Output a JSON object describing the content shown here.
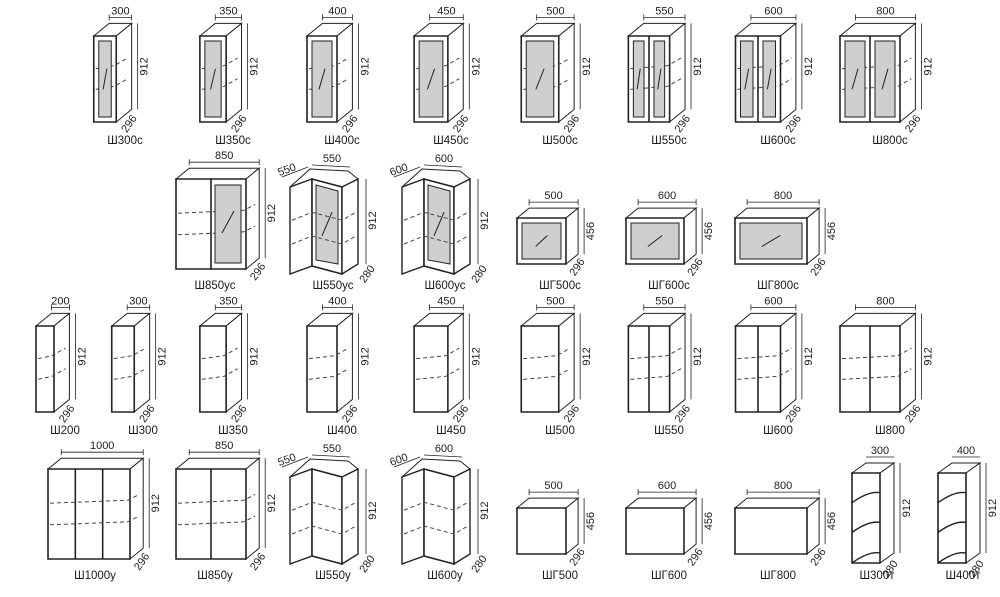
{
  "rows": [
    {
      "items": [
        {
          "kind": "wall",
          "code": "Ш300с",
          "width": "300",
          "height": "912",
          "depth": "296",
          "doors": 1,
          "glass": true
        },
        {
          "kind": "wall",
          "code": "Ш350с",
          "width": "350",
          "height": "912",
          "depth": "296",
          "doors": 1,
          "glass": true
        },
        {
          "kind": "wall",
          "code": "Ш400с",
          "width": "400",
          "height": "912",
          "depth": "296",
          "doors": 1,
          "glass": true
        },
        {
          "kind": "wall",
          "code": "Ш450с",
          "width": "450",
          "height": "912",
          "depth": "296",
          "doors": 1,
          "glass": true
        },
        {
          "kind": "wall",
          "code": "Ш500с",
          "width": "500",
          "height": "912",
          "depth": "296",
          "doors": 1,
          "glass": true
        },
        {
          "kind": "wall",
          "code": "Ш550с",
          "width": "550",
          "height": "912",
          "depth": "296",
          "doors": 2,
          "glass": true
        },
        {
          "kind": "wall",
          "code": "Ш600с",
          "width": "600",
          "height": "912",
          "depth": "296",
          "doors": 2,
          "glass": true
        },
        {
          "kind": "wall",
          "code": "Ш800с",
          "width": "800",
          "height": "912",
          "depth": "296",
          "doors": 2,
          "glass": true
        }
      ]
    },
    {
      "items": [
        {
          "kind": "wall850",
          "code": "Ш850ус",
          "width": "850",
          "height": "912",
          "depth": "296",
          "glass": true
        },
        {
          "kind": "corner",
          "code": "Ш550ус",
          "width": "550",
          "width2": "550",
          "height": "912",
          "depth": "280",
          "glass": true
        },
        {
          "kind": "corner",
          "code": "Ш600ус",
          "width": "600",
          "width2": "600",
          "height": "912",
          "depth": "280",
          "glass": true
        },
        {
          "kind": "hor",
          "code": "ШГ500с",
          "width": "500",
          "height": "456",
          "depth": "296",
          "glass": true
        },
        {
          "kind": "hor",
          "code": "ШГ600с",
          "width": "600",
          "height": "456",
          "depth": "296",
          "glass": true
        },
        {
          "kind": "hor",
          "code": "ШГ800с",
          "width": "800",
          "height": "456",
          "depth": "296",
          "glass": true
        }
      ]
    },
    {
      "items": [
        {
          "kind": "wall",
          "code": "Ш200",
          "width": "200",
          "height": "912",
          "depth": "296",
          "doors": 1,
          "glass": false
        },
        {
          "kind": "wall",
          "code": "Ш300",
          "width": "300",
          "height": "912",
          "depth": "296",
          "doors": 1,
          "glass": false
        },
        {
          "kind": "wall",
          "code": "Ш350",
          "width": "350",
          "height": "912",
          "depth": "296",
          "doors": 1,
          "glass": false
        },
        {
          "kind": "wall",
          "code": "Ш400",
          "width": "400",
          "height": "912",
          "depth": "296",
          "doors": 1,
          "glass": false
        },
        {
          "kind": "wall",
          "code": "Ш450",
          "width": "450",
          "height": "912",
          "depth": "296",
          "doors": 1,
          "glass": false
        },
        {
          "kind": "wall",
          "code": "Ш500",
          "width": "500",
          "height": "912",
          "depth": "296",
          "doors": 1,
          "glass": false
        },
        {
          "kind": "wall",
          "code": "Ш550",
          "width": "550",
          "height": "912",
          "depth": "296",
          "doors": 2,
          "glass": false
        },
        {
          "kind": "wall",
          "code": "Ш600",
          "width": "600",
          "height": "912",
          "depth": "296",
          "doors": 2,
          "glass": false
        },
        {
          "kind": "wall",
          "code": "Ш800",
          "width": "800",
          "height": "912",
          "depth": "296",
          "doors": 2,
          "glass": false
        }
      ]
    },
    {
      "items": [
        {
          "kind": "wall1000",
          "code": "Ш1000у",
          "width": "1000",
          "height": "912",
          "depth": "296",
          "glass": false
        },
        {
          "kind": "wall850",
          "code": "Ш850у",
          "width": "850",
          "height": "912",
          "depth": "296",
          "glass": false
        },
        {
          "kind": "corner",
          "code": "Ш550у",
          "width": "550",
          "width2": "550",
          "height": "912",
          "depth": "280",
          "glass": false
        },
        {
          "kind": "corner",
          "code": "Ш600у",
          "width": "600",
          "width2": "600",
          "height": "912",
          "depth": "280",
          "glass": false
        },
        {
          "kind": "hor",
          "code": "ШГ500",
          "width": "500",
          "height": "456",
          "depth": "296",
          "glass": false
        },
        {
          "kind": "hor",
          "code": "ШГ600",
          "width": "600",
          "height": "456",
          "depth": "296",
          "glass": false
        },
        {
          "kind": "hor",
          "code": "ШГ800",
          "width": "800",
          "height": "456",
          "depth": "296",
          "glass": false
        },
        {
          "kind": "open",
          "code": "Ш300т",
          "width": "300",
          "height": "912",
          "depth": "280"
        },
        {
          "kind": "open",
          "code": "Ш400т",
          "width": "400",
          "height": "912",
          "depth": "280"
        }
      ]
    }
  ]
}
